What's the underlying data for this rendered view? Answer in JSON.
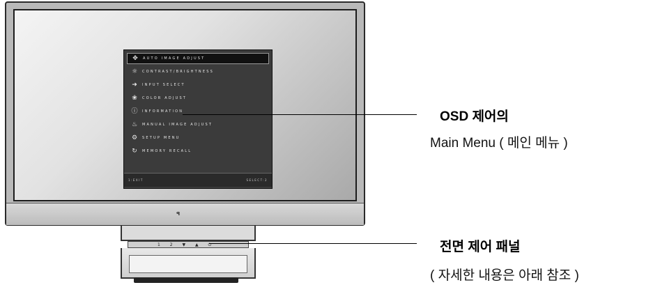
{
  "osd_menu": {
    "items": [
      {
        "icon": "auto-adjust-icon",
        "glyph": "✥",
        "label": "AUTO IMAGE ADJUST",
        "selected": true
      },
      {
        "icon": "contrast-brightness-icon",
        "glyph": "☼",
        "label": "CONTRAST/BRIGHTNESS",
        "selected": false
      },
      {
        "icon": "input-select-icon",
        "glyph": "➜",
        "label": "INPUT SELECT",
        "selected": false
      },
      {
        "icon": "color-adjust-icon",
        "glyph": "❀",
        "label": "COLOR ADJUST",
        "selected": false
      },
      {
        "icon": "information-icon",
        "glyph": "ⓘ",
        "label": "INFORMATION",
        "selected": false
      },
      {
        "icon": "manual-image-adjust-icon",
        "glyph": "♨",
        "label": "MANUAL IMAGE ADJUST",
        "selected": false
      },
      {
        "icon": "setup-menu-icon",
        "glyph": "⚙",
        "label": "SETUP MENU",
        "selected": false
      },
      {
        "icon": "memory-recall-icon",
        "glyph": "↻",
        "label": "MEMORY RECALL",
        "selected": false
      }
    ],
    "footer_left": "1:EXIT",
    "footer_right": "SELECT:2"
  },
  "monitor": {
    "brand": "ꟼ",
    "control_buttons": "1 2 ▼ ▲ ⏻"
  },
  "callouts": {
    "osd": {
      "title": "OSD 제어의",
      "subtitle": "Main Menu ( 메인 메뉴 )"
    },
    "panel": {
      "title": "전면 제어 패널",
      "subtitle": "( 자세한 내용은 아래 참조 )"
    }
  }
}
